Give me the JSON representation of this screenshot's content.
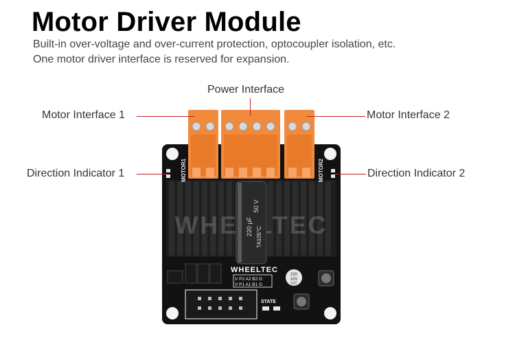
{
  "header": {
    "title": "Motor Driver Module",
    "line1": "Built-in over-voltage and over-current protection, optocoupler isolation, etc.",
    "line2": "One motor driver interface is reserved for expansion."
  },
  "callouts": {
    "power": "Power Interface",
    "motor1": "Motor Interface 1",
    "motor2": "Motor Interface 2",
    "dir1": "Direction Indicator 1",
    "dir2": "Direction Indicator 2"
  },
  "board_labels": {
    "motor1": "MOTOR1",
    "motor2": "MOTOR2",
    "brand": "WHEELTEC",
    "watermark": "WHEELTEC",
    "pins_top": "V  P2  A2  B2  G",
    "pins_bottom": "V  P1  A1  B1  G",
    "state": "STATE",
    "cap_value": "220 µF",
    "cap_voltage": "50 V",
    "cap_temp": "TA105°C",
    "small_cap": "220",
    "small_cap_v": "10V",
    "small_cap_code": "V1T"
  },
  "colors": {
    "accent_line": "#c0202a",
    "terminal": "#f28a3c",
    "heatsink": "#1c1c1c",
    "pcb": "#111111"
  }
}
